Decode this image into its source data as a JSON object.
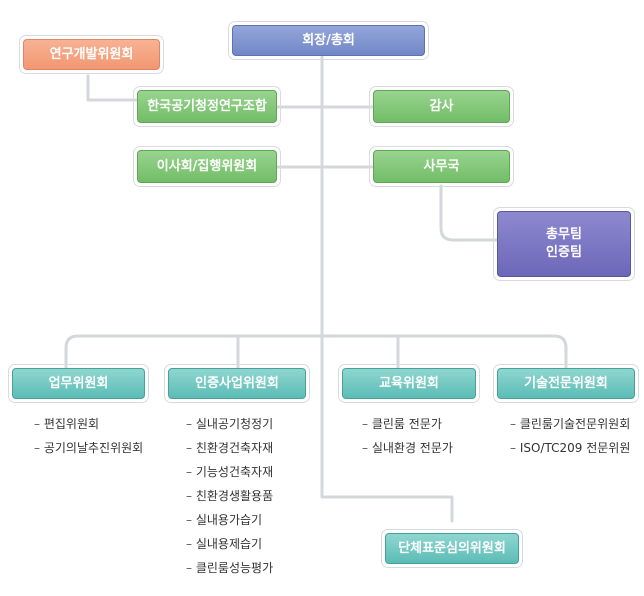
{
  "top": {
    "president": "회장/총회",
    "rnd_committee": "연구개발위원회",
    "union": "한국공기청정연구조합",
    "audit": "감사",
    "board": "이사회/집행위원회",
    "secretariat": "사무국",
    "teams": [
      "총무팀",
      "인증팀"
    ]
  },
  "committees": [
    {
      "name": "업무위원회",
      "items": [
        "편집위원회",
        "공기의날추진위원회"
      ]
    },
    {
      "name": "인증사업위원회",
      "items": [
        "실내공기청정기",
        "친환경건축자재",
        "기능성건축자재",
        "친환경생활용품",
        "실내용가습기",
        "실내용제습기",
        "클린룸성능평가"
      ]
    },
    {
      "name": "교육위원회",
      "items": [
        "클린룸 전문가",
        "실내환경 전문가"
      ]
    },
    {
      "name": "기술전문위원회",
      "items": [
        "클린룸기술전문위원회",
        "ISO/TC209 전문위원"
      ]
    }
  ],
  "standards_committee": "단체표준심의위원회",
  "colors": {
    "president": "#7f94cf",
    "rnd": "#f4a584",
    "green": "#7fc475",
    "purple": "#7a76c2",
    "teal": "#6ec8c2",
    "connector": "#d4d7dc"
  }
}
